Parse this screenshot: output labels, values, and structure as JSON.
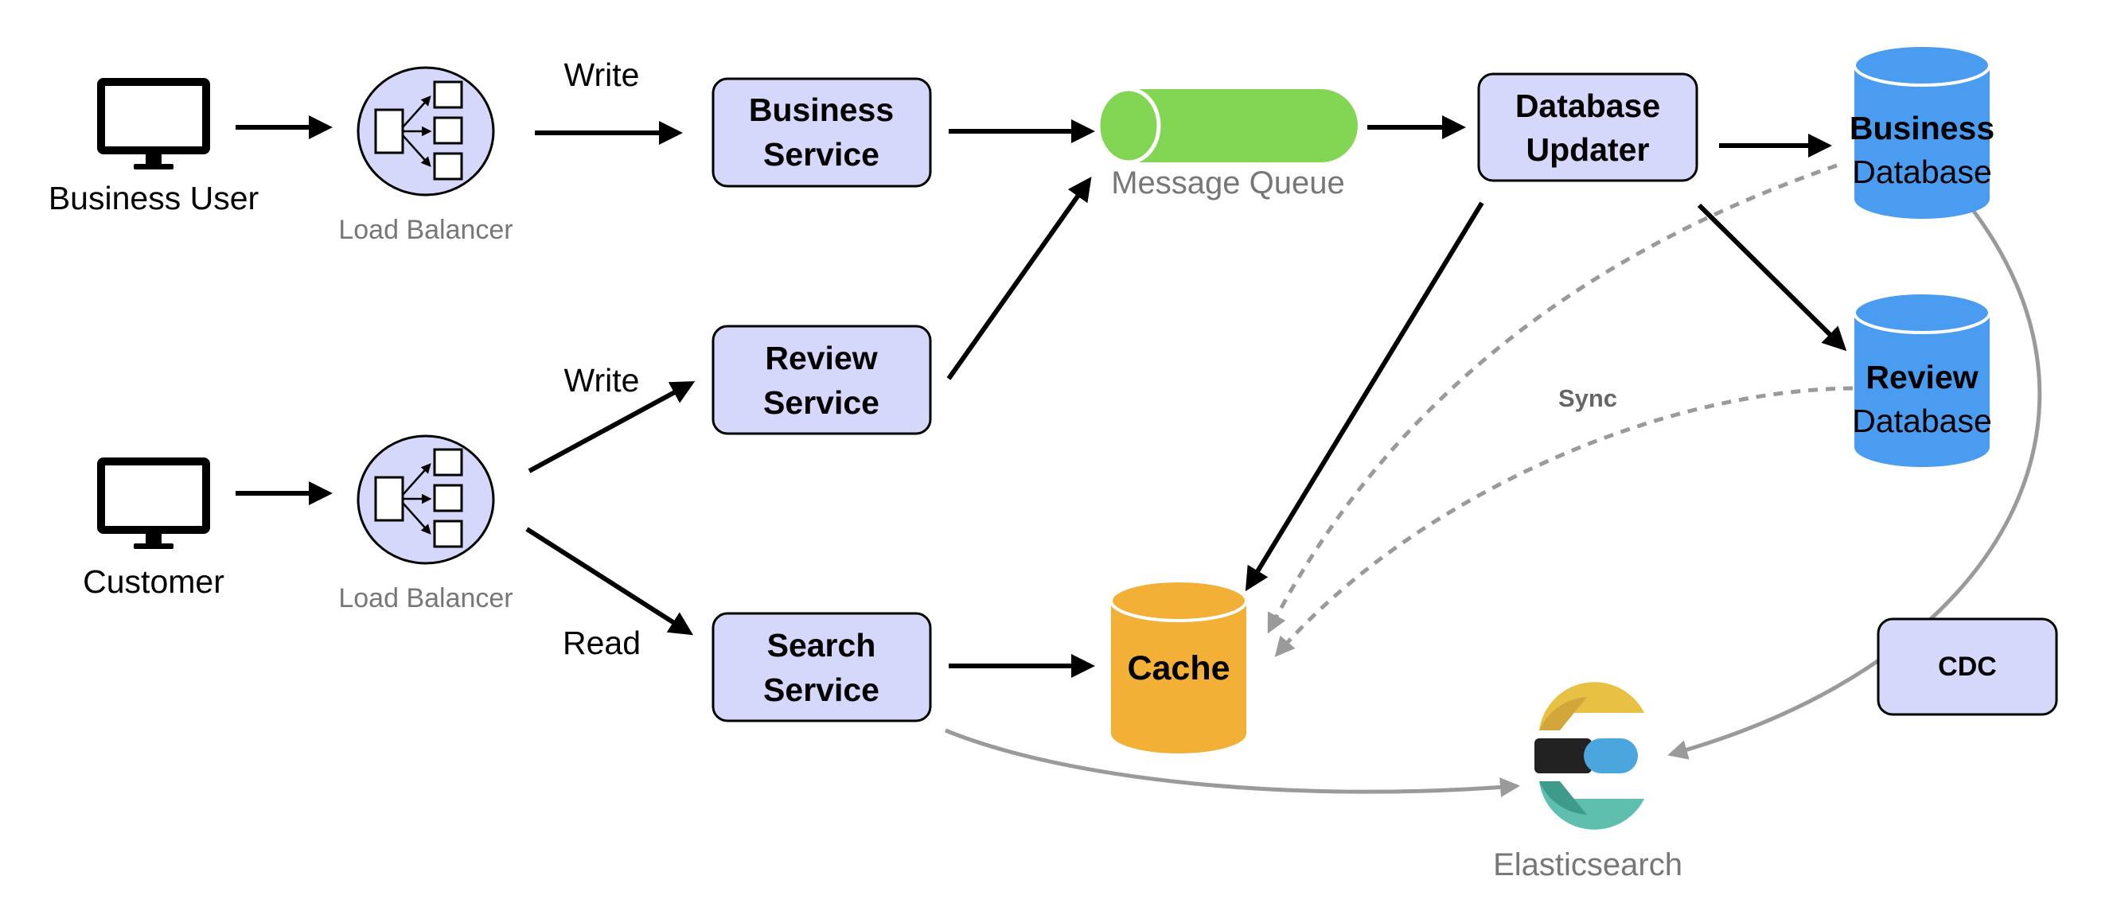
{
  "actors": {
    "business_user": "Business User",
    "customer": "Customer"
  },
  "load_balancers": {
    "top": "Load Balancer",
    "bottom": "Load Balancer"
  },
  "edge_labels": {
    "write_top": "Write",
    "write_mid": "Write",
    "read": "Read",
    "sync": "Sync"
  },
  "services": {
    "business": [
      "Business",
      "Service"
    ],
    "review": [
      "Review",
      "Service"
    ],
    "search": [
      "Search",
      "Service"
    ]
  },
  "message_queue": "Message Queue",
  "db_updater": [
    "Database",
    "Updater"
  ],
  "databases": {
    "business": [
      "Business",
      "Database"
    ],
    "review": [
      "Review",
      "Database"
    ]
  },
  "cache": "Cache",
  "cdc": "CDC",
  "elasticsearch": "Elasticsearch",
  "colors": {
    "service_fill": "#d5d8fa",
    "queue_green": "#82d654",
    "db_blue": "#4a9cf0",
    "cache_orange": "#f2b036",
    "arrow_gray": "#9a9a9a",
    "label_gray": "#777777"
  }
}
